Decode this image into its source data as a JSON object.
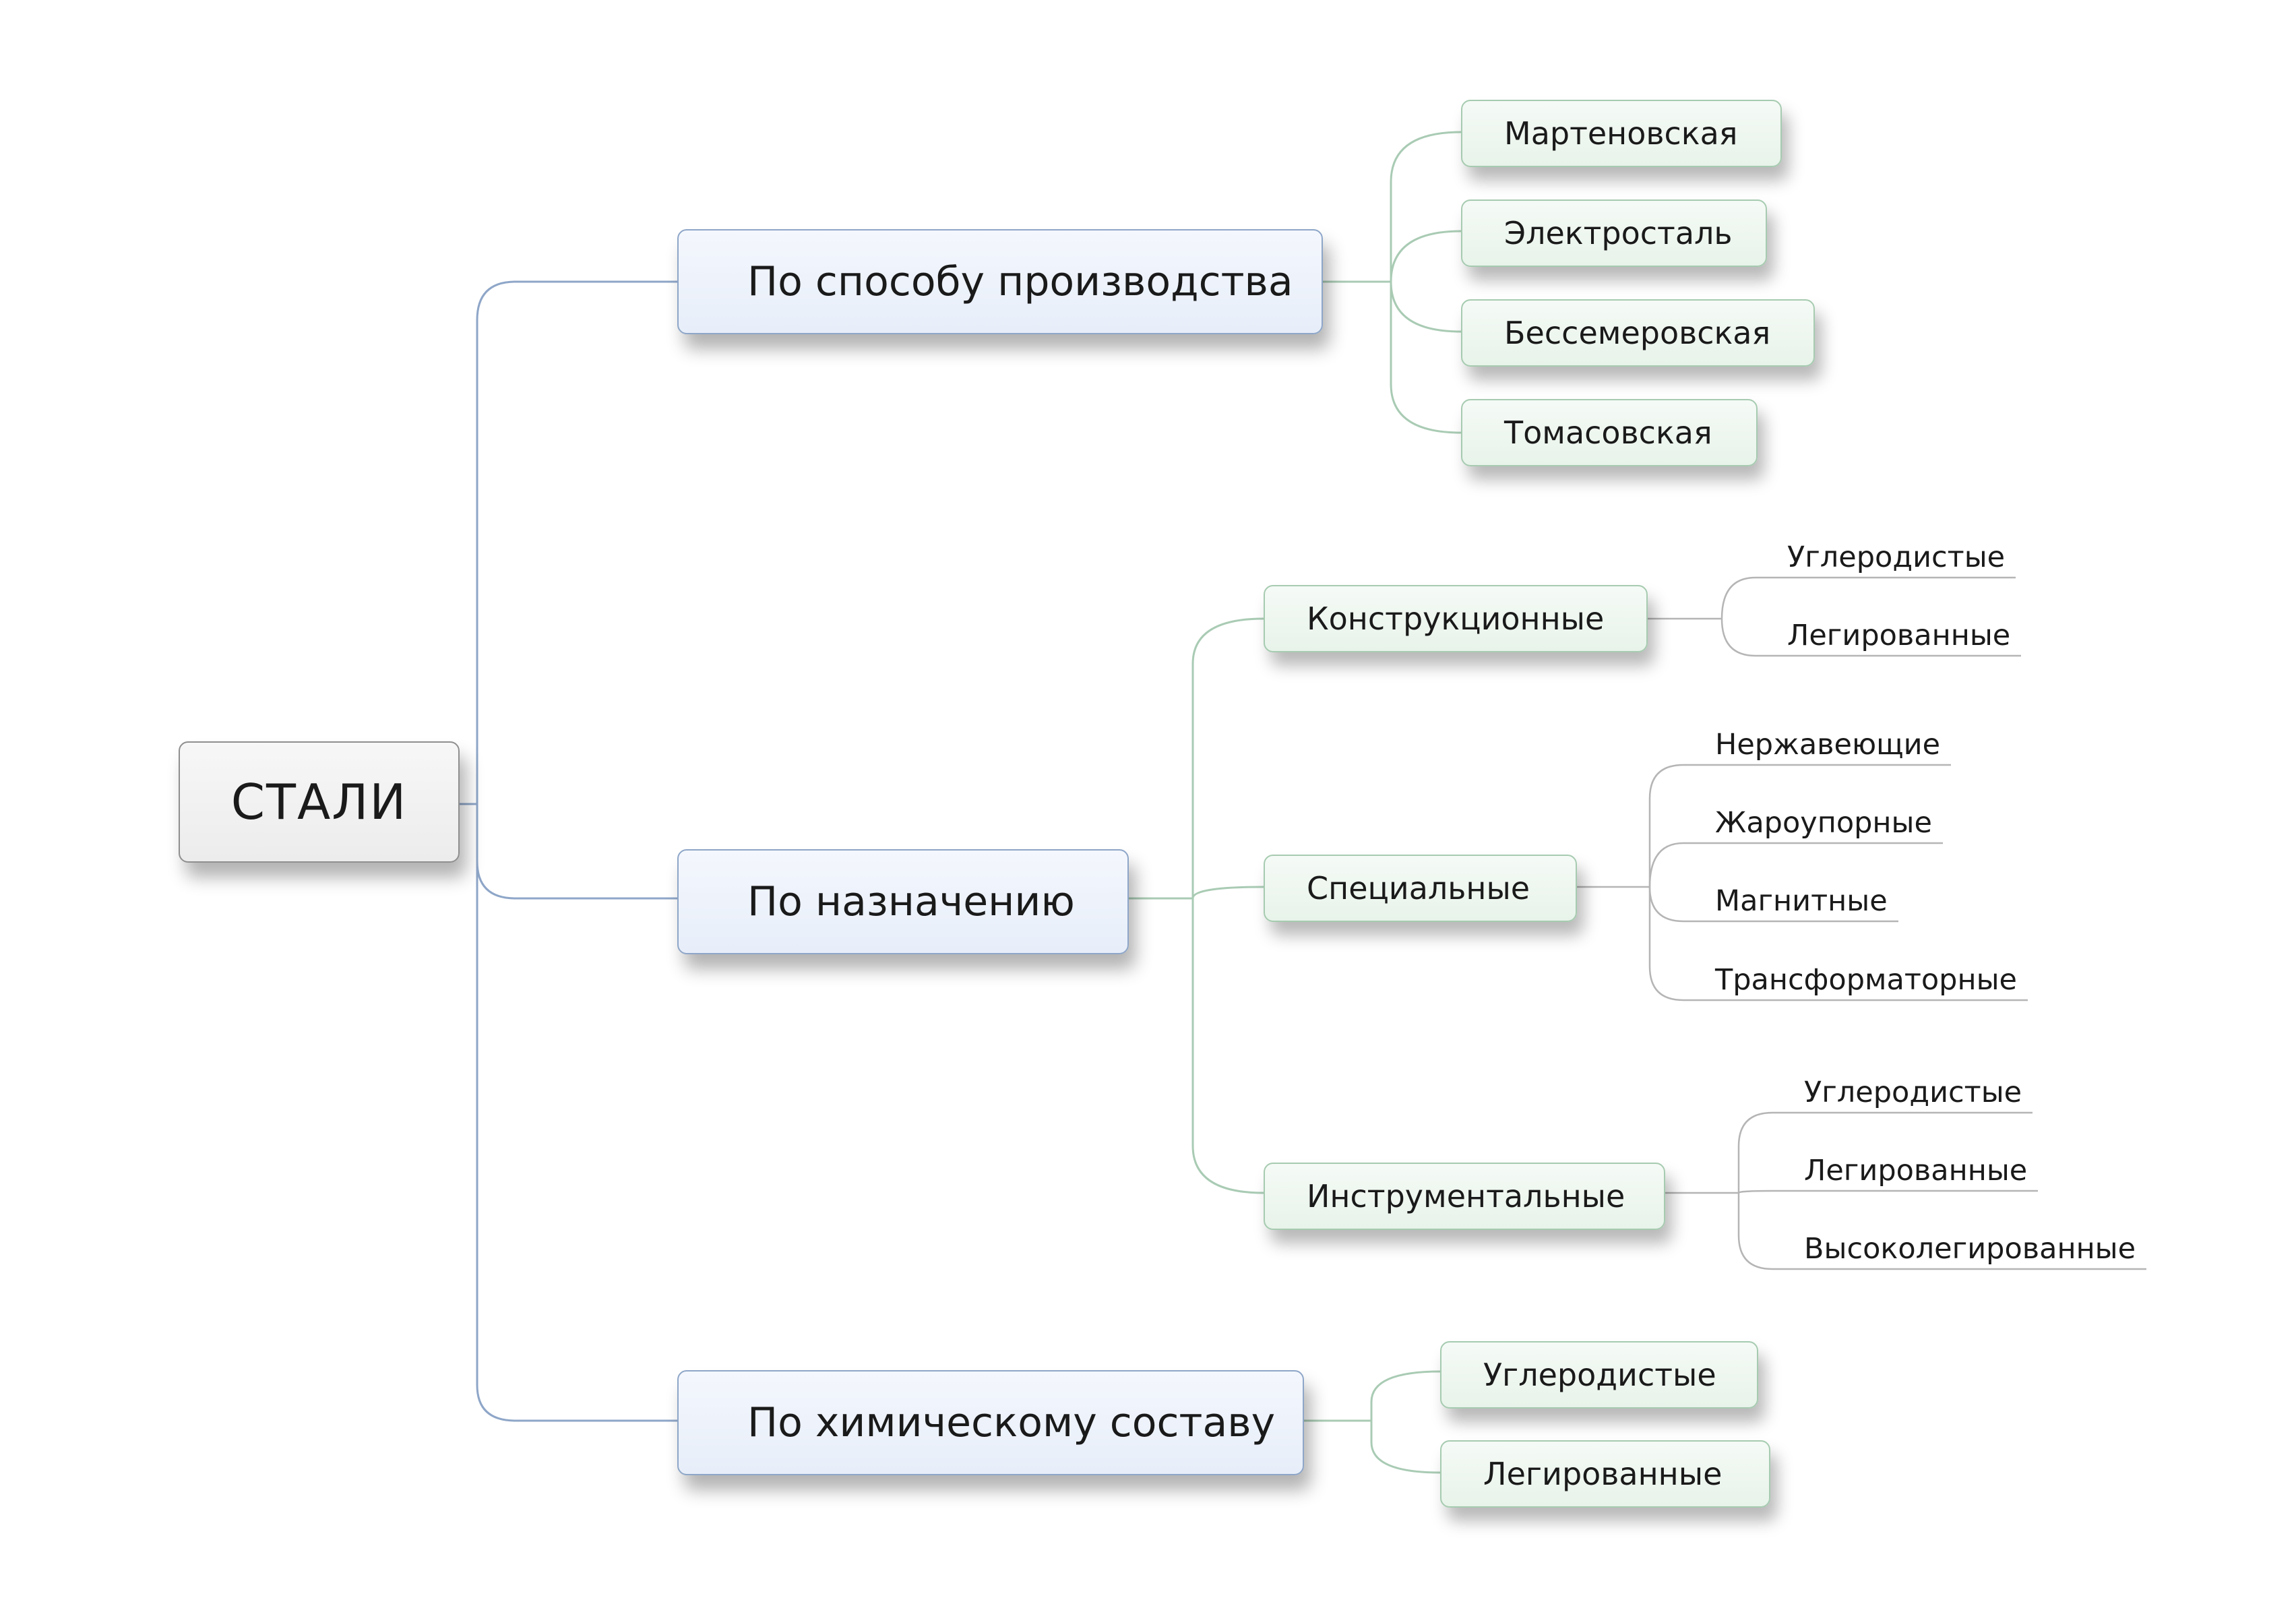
{
  "colors": {
    "root_border": "#8f8f8f",
    "main_border": "#8ea6c8",
    "sub_border": "#a6cbb0",
    "main_connector": "#8ea6c8",
    "sub_connector": "#a9cbb4",
    "leaf_connector": "#b5b5b5"
  },
  "root": {
    "label": "СТАЛИ"
  },
  "branches": [
    {
      "label": "По способу производства",
      "children": [
        {
          "label": "Мартеновская"
        },
        {
          "label": "Электросталь"
        },
        {
          "label": "Бессемеровская"
        },
        {
          "label": "Томасовская"
        }
      ]
    },
    {
      "label": "По назначению",
      "children": [
        {
          "label": "Конструкционные",
          "children": [
            "Углеродистые",
            "Легированные"
          ]
        },
        {
          "label": "Специальные",
          "children": [
            "Нержавеющие",
            "Жароупорные",
            "Магнитные",
            "Трансформаторные"
          ]
        },
        {
          "label": "Инструментальные",
          "children": [
            "Углеродистые",
            "Легированные",
            "Высоколегированные"
          ]
        }
      ]
    },
    {
      "label": "По химическому составу",
      "children": [
        {
          "label": "Углеродистые"
        },
        {
          "label": "Легированные"
        }
      ]
    }
  ]
}
